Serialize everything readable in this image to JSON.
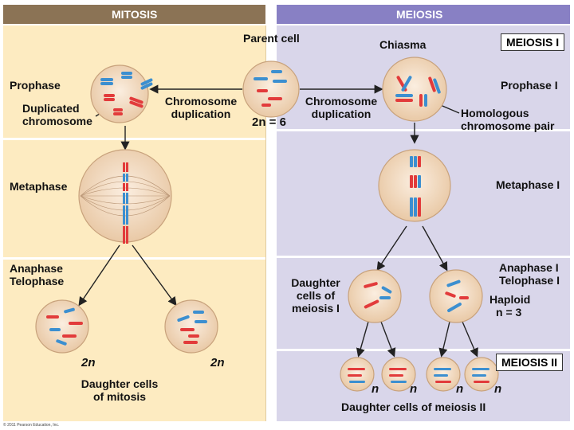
{
  "headers": {
    "mitosis": "MITOSIS",
    "meiosis": "MEIOSIS"
  },
  "parent_cell": "Parent cell",
  "two_n": "2n = 6",
  "mitosis": {
    "prophase": "Prophase",
    "duplicated": [
      "Duplicated",
      "chromosome"
    ],
    "chromosome_duplication": [
      "Chromosome",
      "duplication"
    ],
    "metaphase": "Metaphase",
    "anaphase_telophase": [
      "Anaphase",
      "Telophase"
    ],
    "label_2n_left": "2n",
    "label_2n_right": "2n",
    "daughter_cells": [
      "Daughter cells",
      "of mitosis"
    ]
  },
  "meiosis": {
    "meiosis_1": "MEIOSIS I",
    "chiasma": "Chiasma",
    "chromosome_duplication": [
      "Chromosome",
      "duplication"
    ],
    "prophase_1": "Prophase I",
    "homologous": [
      "Homologous",
      "chromosome pair"
    ],
    "metaphase_1": "Metaphase I",
    "anaphase_telophase_1": [
      "Anaphase I",
      "Telophase I"
    ],
    "daughter_cells_1": [
      "Daughter",
      "cells of",
      "meiosis I"
    ],
    "haploid": [
      "Haploid",
      "n = 3"
    ],
    "meiosis_2": "MEIOSIS II",
    "n_labels": [
      "n",
      "n",
      "n",
      "n"
    ],
    "daughter_cells_2": "Daughter cells of meiosis II"
  },
  "copyright": "© 2011 Pearson Education, Inc.",
  "colors": {
    "header": "#8b7355",
    "mitosis_bg": "#fdebc1",
    "meiosis_bg": "#d9d6ea",
    "meiosis_header": "#8880c4",
    "cell": "#f3d9bd",
    "red": "#e23b3b",
    "blue": "#3c8fd0"
  }
}
